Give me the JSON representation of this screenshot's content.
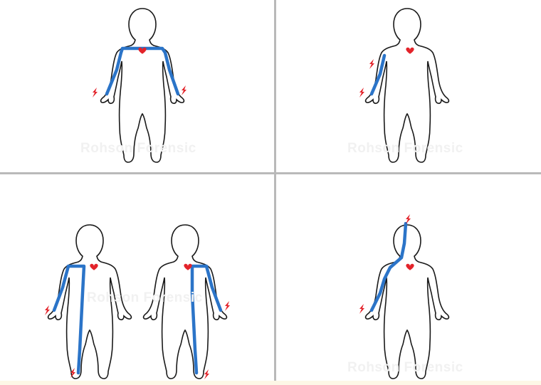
{
  "watermark": {
    "brand": "Rohson Forensic"
  },
  "panels": [
    {
      "id": "panel-1",
      "path": "hand-to-hand"
    },
    {
      "id": "panel-2",
      "path": "hand-to-chest-self"
    },
    {
      "id": "panel-3",
      "path": "hand-to-foot"
    },
    {
      "id": "panel-4",
      "path": "head-to-hand"
    }
  ],
  "colors": {
    "outline": "#1a1a1a",
    "current": "#2b74c8",
    "heart": "#e3232a",
    "shock": "#e3232a",
    "divider": "#b9b9b9"
  },
  "icons": [
    "heart-icon",
    "lightning-bolt-icon"
  ]
}
